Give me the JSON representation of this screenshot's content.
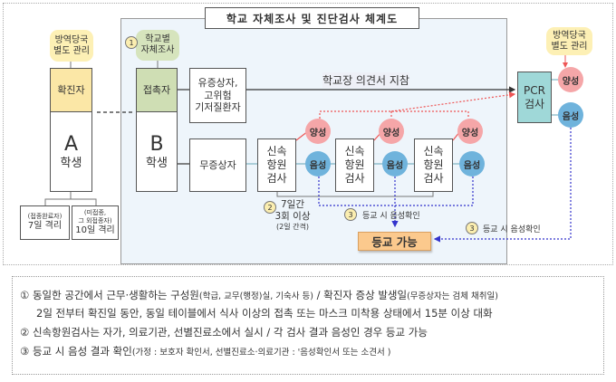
{
  "title": "학교 자체조사 및 진단검사 체계도",
  "left": {
    "bubble": "방역당국\n별도 관리",
    "header": "확진자",
    "letter": "A",
    "label": "학생",
    "isolation": [
      {
        "note": "(접종완료자)",
        "text": "7일 격리"
      },
      {
        "note": "(미접종,\n그 외접종자)",
        "text": "10일 격리"
      }
    ]
  },
  "contact": {
    "marker": "1",
    "bubble": "학교별\n자체조사",
    "header": "접촉자",
    "letter": "B",
    "label": "학생"
  },
  "symptomatic": "유증상자,\n고위험\n기저질환자",
  "asymptomatic": "무증상자",
  "principal_note": "학교장 의견서 지참",
  "pcr": {
    "label": "PCR\n검사",
    "positive": "양성",
    "negative": "음성",
    "bubble": "방역당국\n별도 관리"
  },
  "rapid_tests": [
    {
      "label": "신속\n항원\n검사",
      "positive": "양성",
      "negative": "음성"
    },
    {
      "label": "신속\n항원\n검사",
      "positive": "양성",
      "negative": "음성"
    },
    {
      "label": "신속\n항원\n검사",
      "positive": "양성",
      "negative": "음성"
    }
  ],
  "frequency": {
    "marker": "2",
    "line1": "7일간",
    "line2": "3회 이상",
    "line3": "(2일 간격)"
  },
  "confirm_left": {
    "marker": "3",
    "text": "등교 시 음성확인"
  },
  "confirm_right": {
    "marker": "3",
    "text": "등교 시 음성확인"
  },
  "attend": "등교 가능",
  "notes": [
    {
      "marker": "①",
      "main": "동일한 공간에서 근무·생활하는 구성원",
      "sub": "(학급, 교무(행정)실, 기숙사 등)",
      "main2": " / 확진자 증상 발생일",
      "sub2": "(무증상자는 검체 채취일)"
    },
    {
      "text": "2일 전부터 확진일 동안, 동일 테이블에서 식사 이상의 접촉 또는 마스크 미착용 상태에서 15분 이상 대화"
    },
    {
      "marker": "②",
      "text": "신속항원검사는 자가, 의료기관, 선별진료소에서 실시 / 각 검사 결과 음성인 경우 등교 가능"
    },
    {
      "marker": "③",
      "main": "등교 시 음성 결과 확인",
      "sub": "(가정 : 보호자 확인서, 선별진료소·의료기관 : '음성확인서 또는 소견서 )"
    }
  ]
}
